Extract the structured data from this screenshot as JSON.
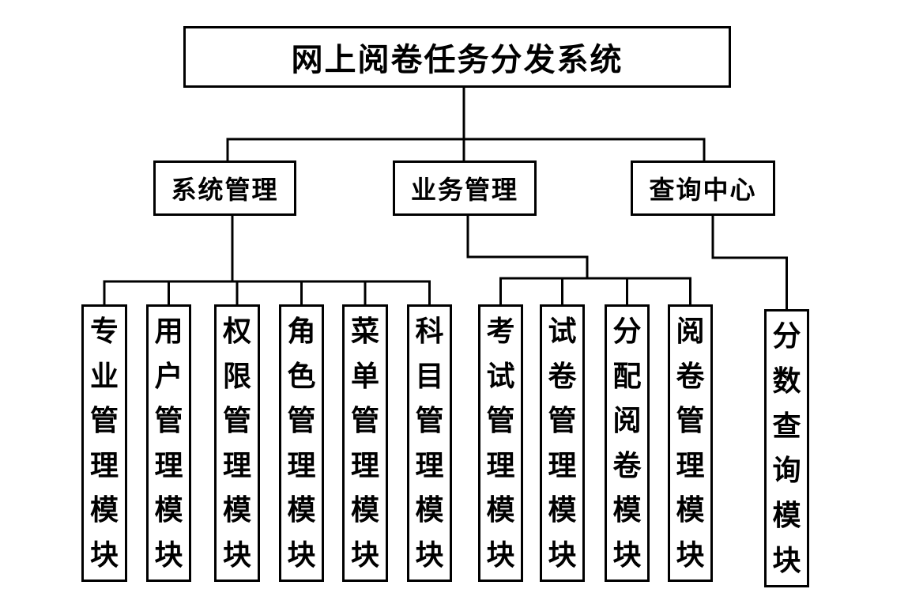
{
  "diagram": {
    "type": "org-chart",
    "colors": {
      "background": "#ffffff",
      "line": "#000000",
      "box_background": "#ffffff",
      "text": "#000000"
    },
    "root": {
      "label": "网上阅卷任务分发系统"
    },
    "level2": [
      {
        "label": "系统管理"
      },
      {
        "label": "业务管理"
      },
      {
        "label": "查询中心"
      }
    ],
    "level3": [
      {
        "label": "专业管理模块",
        "parent": "系统管理"
      },
      {
        "label": "用户管理模块",
        "parent": "系统管理"
      },
      {
        "label": "权限管理模块",
        "parent": "系统管理"
      },
      {
        "label": "角色管理模块",
        "parent": "系统管理"
      },
      {
        "label": "菜单管理模块",
        "parent": "系统管理"
      },
      {
        "label": "科目管理模块",
        "parent": "系统管理"
      },
      {
        "label": "考试管理模块",
        "parent": "业务管理"
      },
      {
        "label": "试卷管理模块",
        "parent": "业务管理"
      },
      {
        "label": "分配阅卷模块",
        "parent": "业务管理"
      },
      {
        "label": "阅卷管理模块",
        "parent": "业务管理"
      },
      {
        "label": "分数查询模块",
        "parent": "查询中心"
      }
    ]
  }
}
